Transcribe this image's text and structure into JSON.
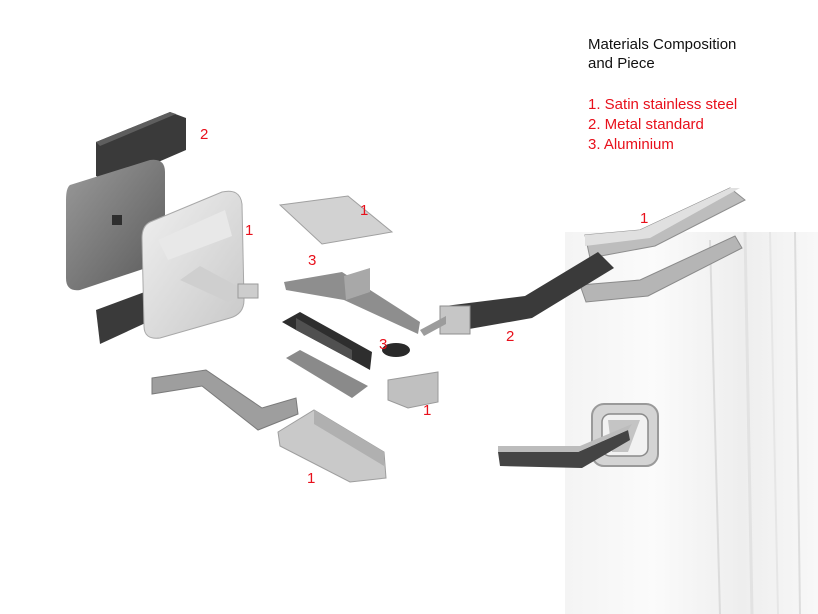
{
  "legend": {
    "title": "Materials Composition and Piece",
    "items": [
      "1. Satin stainless steel",
      "2. Metal standard",
      "3. Aluminium"
    ]
  },
  "callouts": [
    "2",
    "1",
    "1",
    "3",
    "3",
    "1",
    "1",
    "1",
    "2"
  ],
  "colors": {
    "callout": "#e8101b",
    "legend_title": "#111111",
    "dark_part": "#3a3a3a",
    "steel_part": "#bdbdbd"
  }
}
